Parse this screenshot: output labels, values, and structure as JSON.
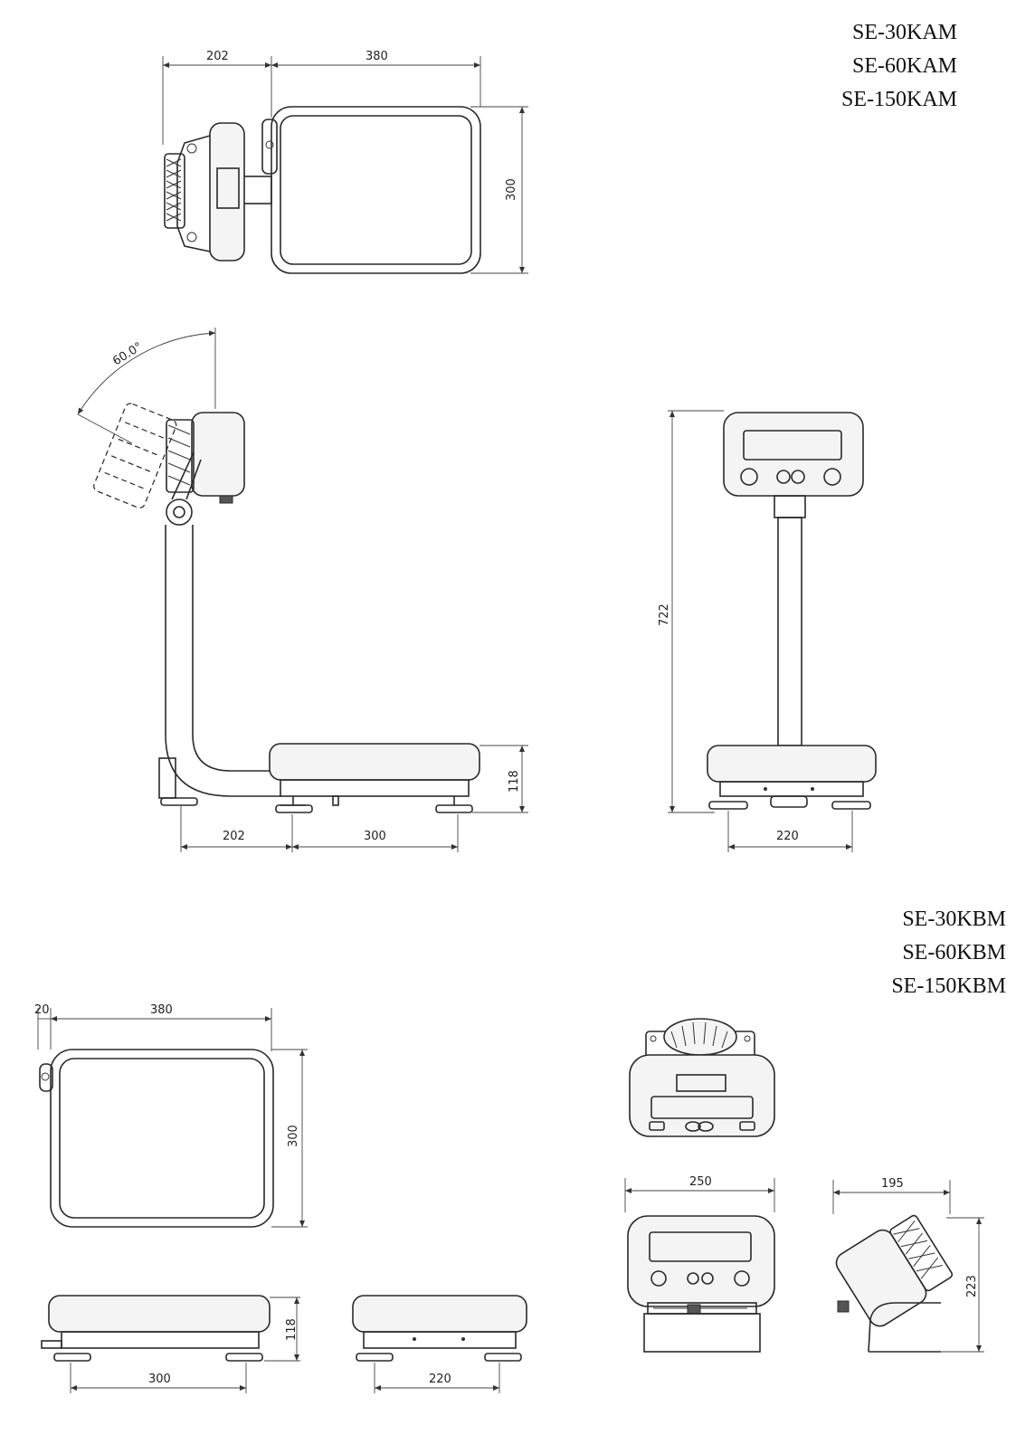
{
  "models_a": [
    "SE-30KAM",
    "SE-60KAM",
    "SE-150KAM"
  ],
  "models_b": [
    "SE-30KBM",
    "SE-60KBM",
    "SE-150KBM"
  ],
  "dims": {
    "a_top_indicator": "202",
    "a_top_platform_width": "380",
    "a_top_platform_depth": "300",
    "a_side_angle": "60.0°",
    "a_side_offset": "202",
    "a_side_platform": "300",
    "a_side_height": "118",
    "a_front_total_height": "722",
    "a_front_width": "220",
    "b_top_offset": "20",
    "b_top_platform_width": "380",
    "b_top_platform_depth": "300",
    "b_side_height": "118",
    "b_side_platform": "300",
    "b_front_width": "220",
    "b_indicator_width": "250",
    "b_indicator_depth": "195",
    "b_indicator_height": "223"
  }
}
